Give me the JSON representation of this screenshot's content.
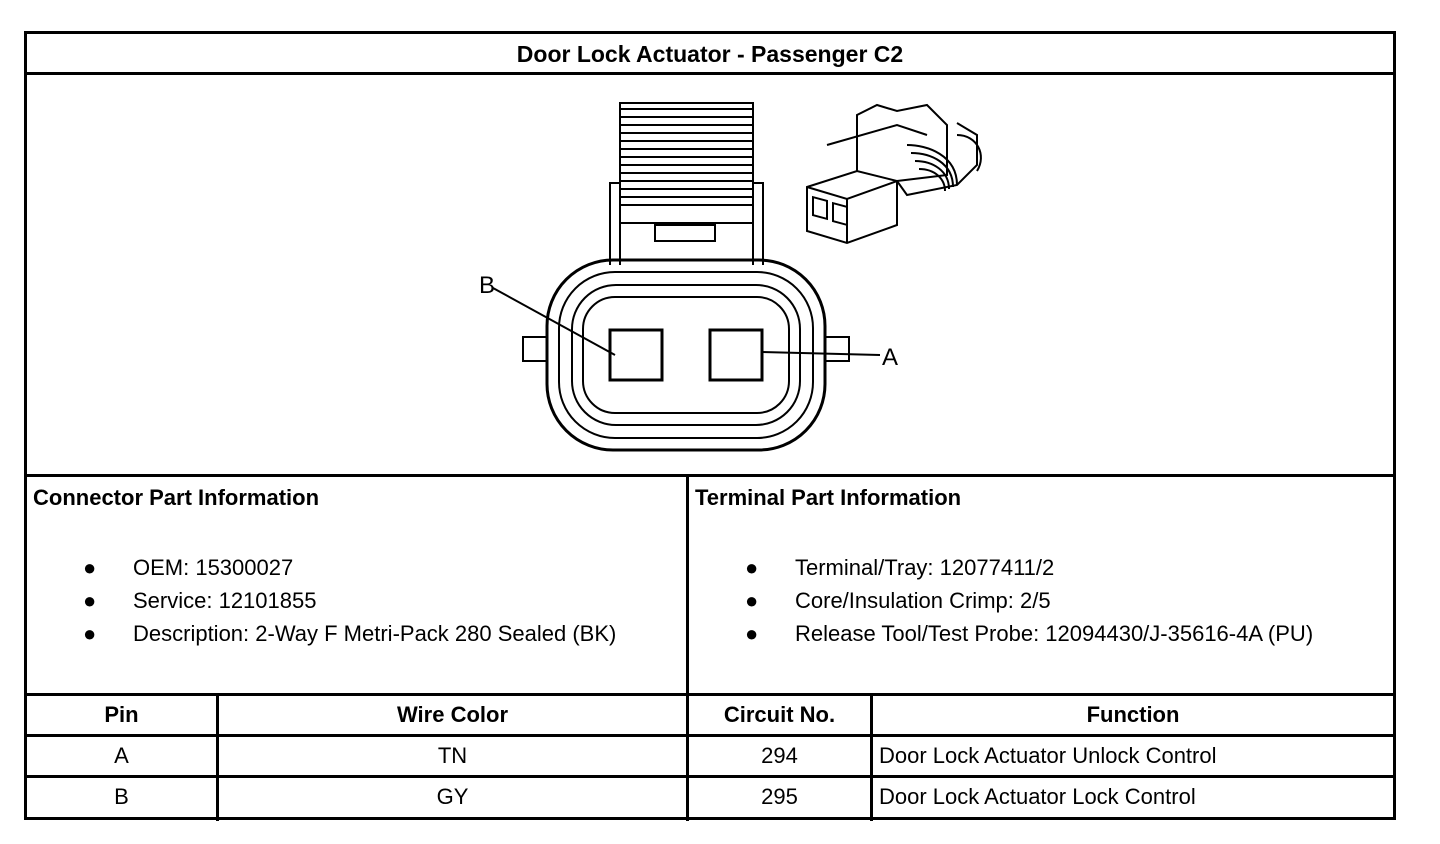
{
  "title": "Door Lock Actuator - Passenger C2",
  "diagram": {
    "pin_label_b": "B",
    "pin_label_a": "A"
  },
  "connector_info": {
    "heading": "Connector Part Information",
    "items": [
      "OEM: 15300027",
      "Service: 12101855",
      "Description: 2-Way F Metri-Pack 280 Sealed (BK)"
    ]
  },
  "terminal_info": {
    "heading": "Terminal Part Information",
    "items": [
      "Terminal/Tray: 12077411/2",
      "Core/Insulation Crimp: 2/5",
      "Release Tool/Test Probe: 12094430/J-35616-4A (PU)"
    ]
  },
  "pin_table": {
    "headers": [
      "Pin",
      "Wire Color",
      "Circuit No.",
      "Function"
    ],
    "rows": [
      [
        "A",
        "TN",
        "294",
        "Door Lock Actuator Unlock Control"
      ],
      [
        "B",
        "GY",
        "295",
        "Door Lock Actuator Lock Control"
      ]
    ]
  }
}
